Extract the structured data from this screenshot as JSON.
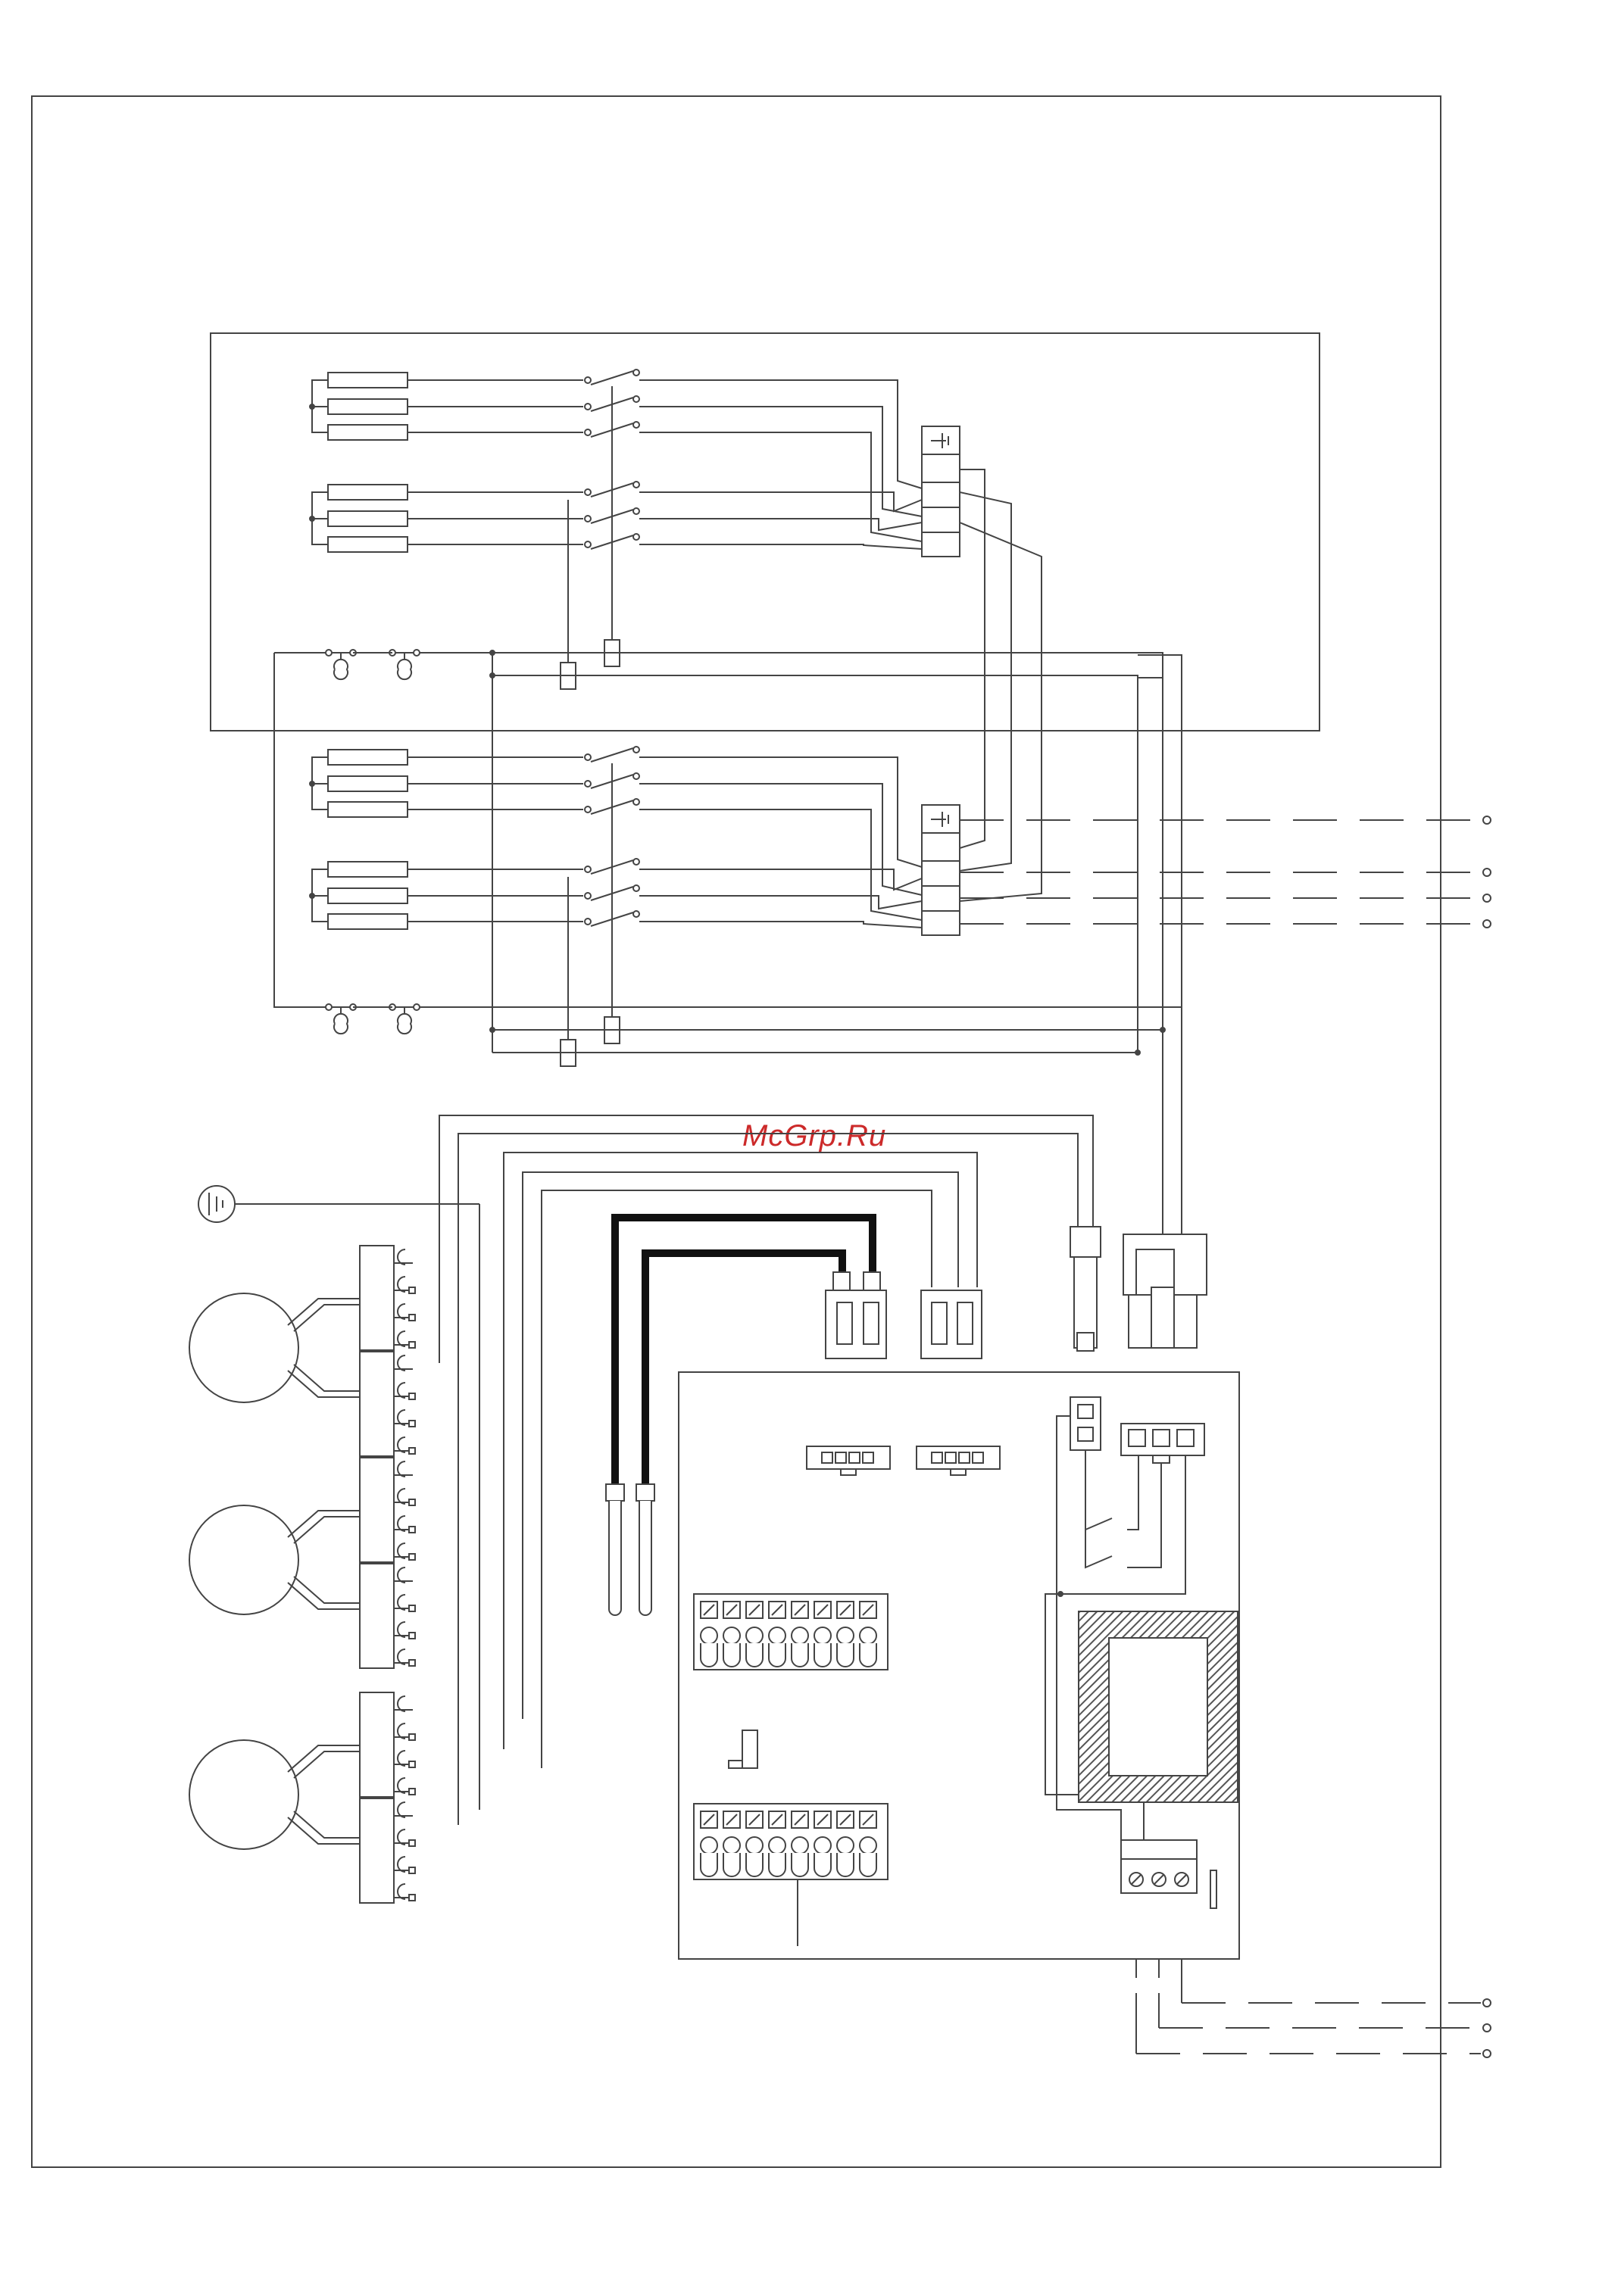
{
  "watermark": {
    "text": "McGrp.Ru",
    "color": "#cc2a2a"
  },
  "colors": {
    "line": "#444444",
    "heavy": "#111111",
    "hatch": "#555555"
  },
  "diagram": {
    "type": "wiring-schematic",
    "heater_banks": 4,
    "fans": 3,
    "terminal_blocks": 2,
    "external_terminals": 7
  }
}
